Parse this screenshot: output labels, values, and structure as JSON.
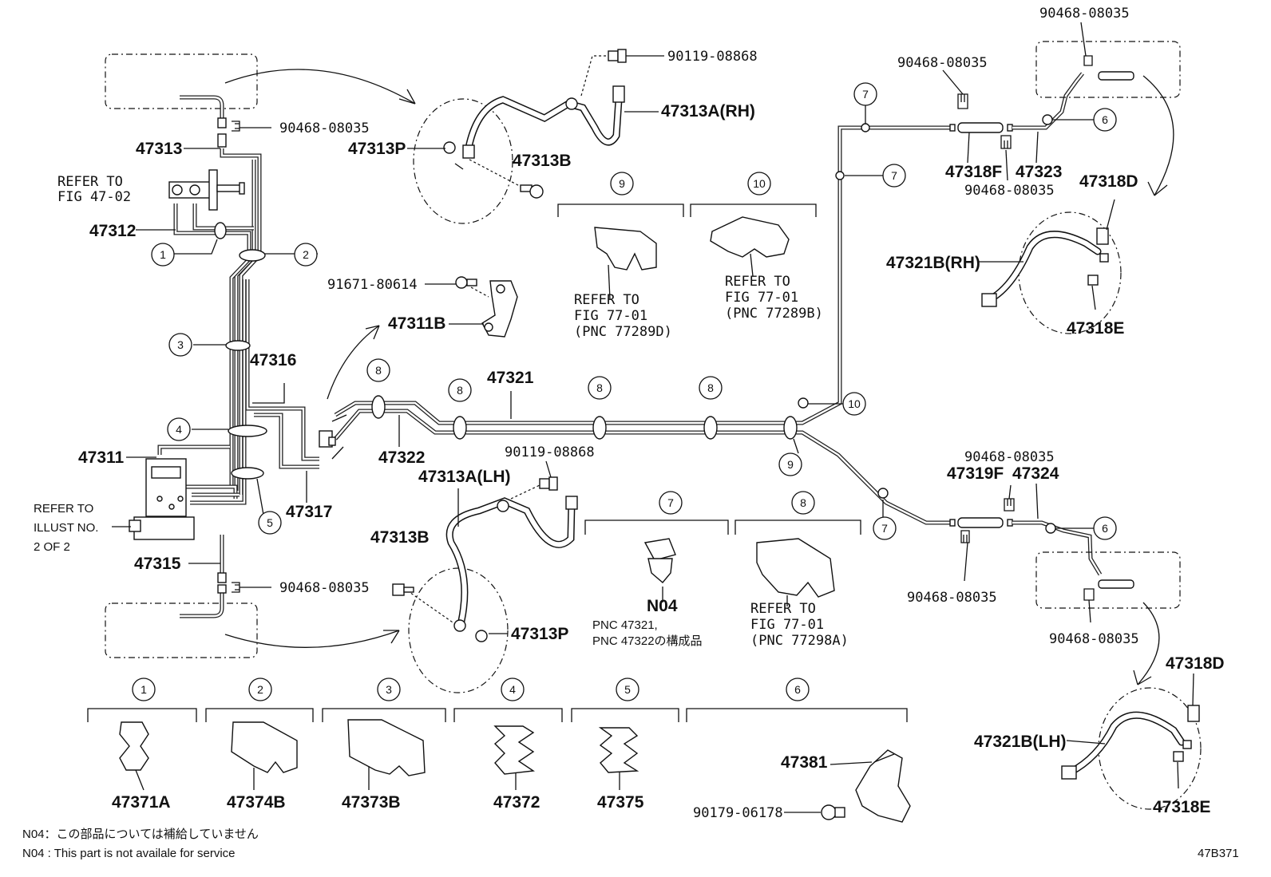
{
  "diagram_code": "47B371",
  "notes": {
    "jp": "N04：この部品については補給していません",
    "en": "N04 : This part is not availale for service"
  },
  "labels": {
    "p47313": "47313",
    "p47312": "47312",
    "p47316": "47316",
    "p47311": "47311",
    "p47315": "47315",
    "p47317": "47317",
    "p47322": "47322",
    "p47321": "47321",
    "p47311B": "47311B",
    "p91671": "91671-80614",
    "p47313P_top": "47313P",
    "p47313B_top": "47313B",
    "p47313A_RH": "47313A(RH)",
    "p90119_top": "90119-08868",
    "p90468_top_left": "90468-08035",
    "p90468_bot_left": "90468-08035",
    "p47313A_LH": "47313A(LH)",
    "p90119_mid": "90119-08868",
    "p47313B_bot": "47313B",
    "p47313P_bot": "47313P",
    "p90468_tr1": "90468-08035",
    "p90468_tr2": "90468-08035",
    "p90468_tr3": "90468-08035",
    "p47318F": "47318F",
    "p47323": "47323",
    "p47318D_top": "47318D",
    "p47321B_RH": "47321B(RH)",
    "p47318E_top": "47318E",
    "p90468_br1": "90468-08035",
    "p47319F": "47319F",
    "p47324": "47324",
    "p90468_br2": "90468-08035",
    "p90468_br3": "90468-08035",
    "p47318D_bot": "47318D",
    "p47321B_LH": "47321B(LH)",
    "p47318E_bot": "47318E",
    "p47371A": "47371A",
    "p47374B": "47374B",
    "p47373B": "47373B",
    "p47372": "47372",
    "p47375": "47375",
    "p47381": "47381",
    "p90179": "90179-06178",
    "pN04": "N04"
  },
  "refer_notes": {
    "fig4702_l1": "REFER TO",
    "fig4702_l2": "FIG 47-02",
    "illust_l1": "REFER TO",
    "illust_l2": "ILLUST NO.",
    "illust_l3": "2 OF 2",
    "c9_l1": "REFER TO",
    "c9_l2": "FIG 77-01",
    "c9_l3": "(PNC 77289D)",
    "c10_l1": "REFER TO",
    "c10_l2": "FIG 77-01",
    "c10_l3": "(PNC 77289B)",
    "c8_l1": "REFER TO",
    "c8_l2": "FIG 77-01",
    "c8_l3": "(PNC 77298A)",
    "n04_l1": "PNC 47321,",
    "n04_l2": "PNC 47322の構成品"
  },
  "callouts": {
    "c1": "1",
    "c2": "2",
    "c3": "3",
    "c4": "4",
    "c5": "5",
    "c6": "6",
    "c7": "7",
    "c8": "8",
    "c9": "9",
    "c10": "10"
  }
}
